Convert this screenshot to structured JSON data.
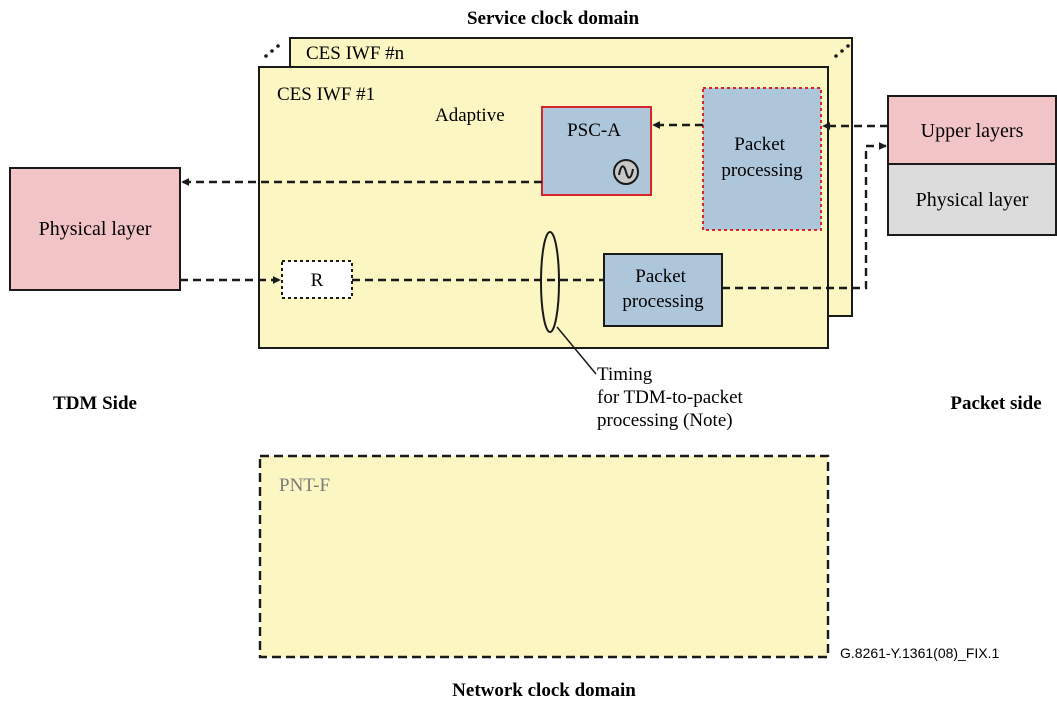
{
  "domains": {
    "service": "Service clock domain",
    "network": "Network clock domain"
  },
  "sides": {
    "tdm": "TDM Side",
    "packet": "Packet side"
  },
  "iwf": {
    "back_title": "CES IWF #n",
    "front_title": "CES IWF #1",
    "mode": "Adaptive",
    "psc_label": "PSC-A",
    "packet_processing_top": [
      "Packet",
      "processing"
    ],
    "packet_processing_bottom": [
      "Packet",
      "processing"
    ],
    "r_label": "R",
    "timing_note": [
      "Timing",
      "for TDM-to-packet",
      "processing (Note)"
    ]
  },
  "tdm_block": {
    "label": "Physical layer"
  },
  "packet_stack": {
    "upper": "Upper layers",
    "physical": "Physical layer"
  },
  "pnt": {
    "label": "PNT-F"
  },
  "figure_id": "G.8261-Y.1361(08)_FIX.1",
  "colors": {
    "iwf_fill": "#fbf6c2",
    "pink": "#f2c4c6",
    "blue": "#aec6da",
    "grey": "#dcdcdc",
    "red_border": "#d6262c"
  }
}
